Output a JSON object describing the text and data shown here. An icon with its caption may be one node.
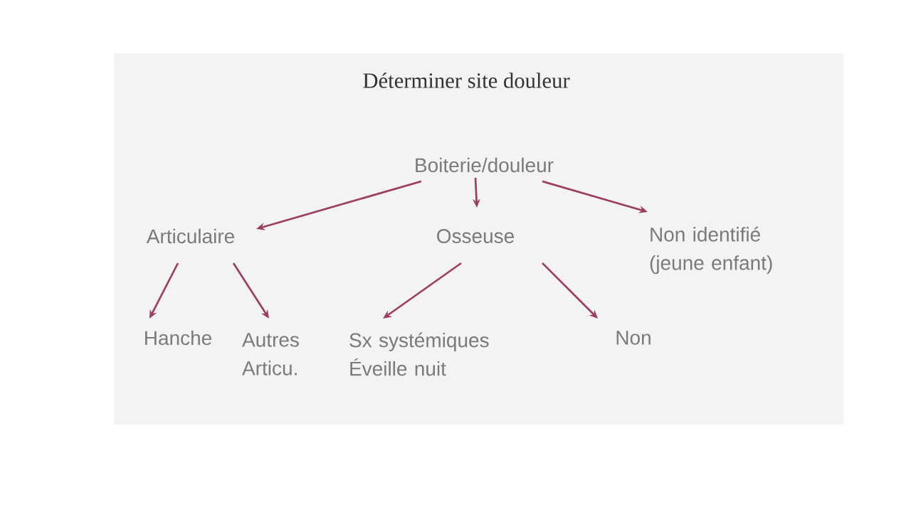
{
  "diagram": {
    "title": "Déterminer site douleur",
    "nodes": [
      {
        "text": [
          "Boiterie/douleur"
        ]
      },
      {
        "text": [
          "Articulaire"
        ]
      },
      {
        "text": [
          "Osseuse"
        ]
      },
      {
        "text": [
          "Non identifié (jeune enfant)"
        ]
      },
      {
        "text": [
          "Hanche"
        ]
      },
      {
        "text": [
          "Autres Articu."
        ]
      },
      {
        "text": [
          "Sx systémiques",
          "Éveille nuit"
        ]
      },
      {
        "text": [
          "Non"
        ]
      }
    ],
    "edges": [
      {
        "from": 0,
        "to": 1,
        "arrow": "to"
      },
      {
        "from": 0,
        "to": 2,
        "arrow": "to"
      },
      {
        "from": 0,
        "to": 3,
        "arrow": "to"
      },
      {
        "from": 1,
        "to": 4,
        "arrow": "to"
      },
      {
        "from": 1,
        "to": 5,
        "arrow": "to"
      },
      {
        "from": 2,
        "to": 6,
        "arrow": "to"
      },
      {
        "from": 2,
        "to": 7,
        "arrow": "to"
      }
    ]
  }
}
